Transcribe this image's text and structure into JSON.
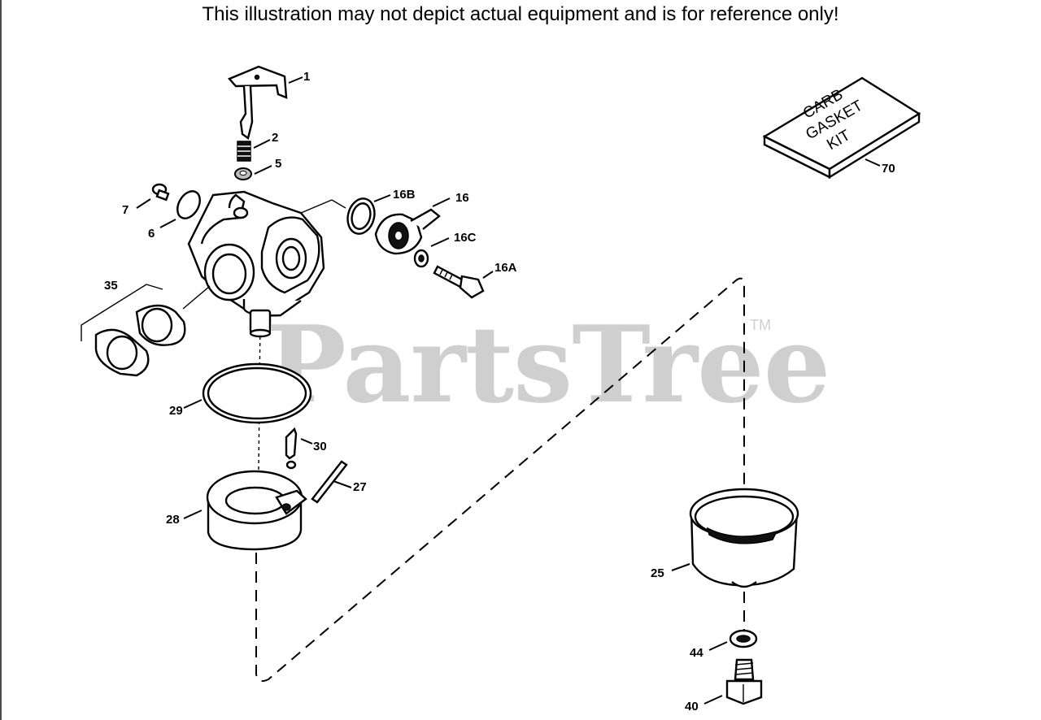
{
  "disclaimer": "This illustration may not depict actual equipment and is for reference only!",
  "watermark": {
    "text": "PartsTree",
    "tm": "TM"
  },
  "kit": {
    "line1": "CARB",
    "line2": "GASKET",
    "line3": "KIT"
  },
  "labels": {
    "p1": "1",
    "p2": "2",
    "p5": "5",
    "p7": "7",
    "p6": "6",
    "p16b": "16B",
    "p16": "16",
    "p16c": "16C",
    "p16a": "16A",
    "p35": "35",
    "p29": "29",
    "p30": "30",
    "p27": "27",
    "p28": "28",
    "p70": "70",
    "p25": "25",
    "p44": "44",
    "p40": "40"
  }
}
